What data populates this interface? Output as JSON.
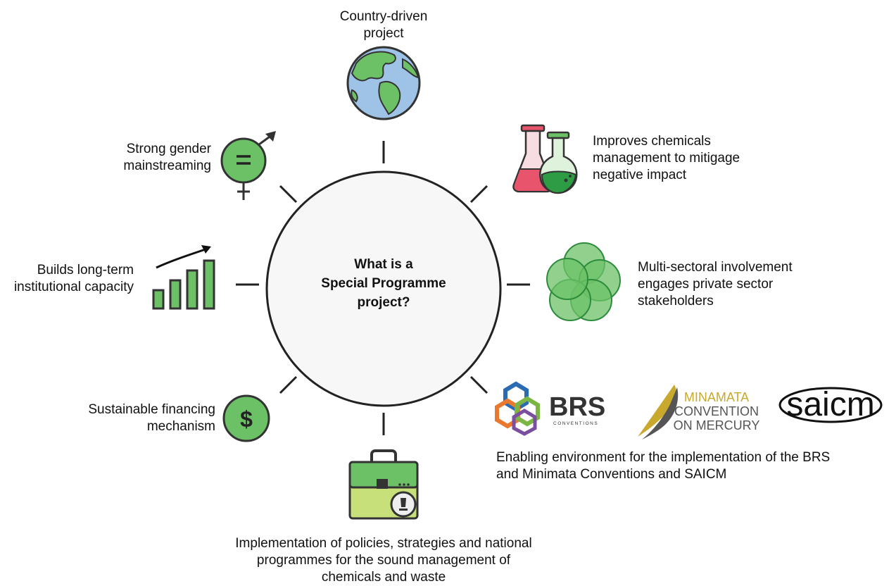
{
  "center": {
    "lines": [
      "What is a",
      "Special Programme",
      "project?"
    ]
  },
  "features": {
    "country_driven": {
      "lines": [
        "Country-driven",
        "project"
      ],
      "icon": "globe-icon"
    },
    "chemicals": {
      "lines": [
        "Improves chemicals",
        "management to mitigage",
        "negative impact"
      ],
      "icon": "flask-icon"
    },
    "multi_sectoral": {
      "lines": [
        "Multi-sectoral involvement",
        "engages private sector",
        "stakeholders"
      ],
      "icon": "overlapping-circles-icon"
    },
    "enabling": {
      "lines": [
        "Enabling environment for the implementation of the BRS",
        "and Minimata Conventions and SAICM"
      ]
    },
    "policies": {
      "lines": [
        "Implementation of policies, strategies and national",
        "programmes for the sound management of",
        "chemicals and waste"
      ],
      "icon": "briefcase-icon"
    },
    "financing": {
      "lines": [
        "Sustainable financing",
        "mechanism"
      ],
      "icon": "dollar-icon"
    },
    "capacity": {
      "lines": [
        "Builds long-term",
        "institutional capacity"
      ],
      "icon": "bar-growth-icon"
    },
    "gender": {
      "lines": [
        "Strong gender",
        "mainstreaming"
      ],
      "icon": "gender-equality-icon"
    }
  },
  "logos": {
    "brs": {
      "text": "BRS",
      "subtext": "CONVENTIONS"
    },
    "minamata": {
      "lines": [
        "MINAMATA",
        "CONVENTION",
        "ON MERCURY"
      ]
    },
    "saicm": {
      "text": "saicm"
    }
  },
  "colors": {
    "green": "#6cc167",
    "dark_green": "#2d8c3c",
    "globe_blue": "#9ec3e6",
    "flask_red": "#e8546b",
    "stroke": "#222222",
    "minamata_gold": "#c8a92e"
  }
}
